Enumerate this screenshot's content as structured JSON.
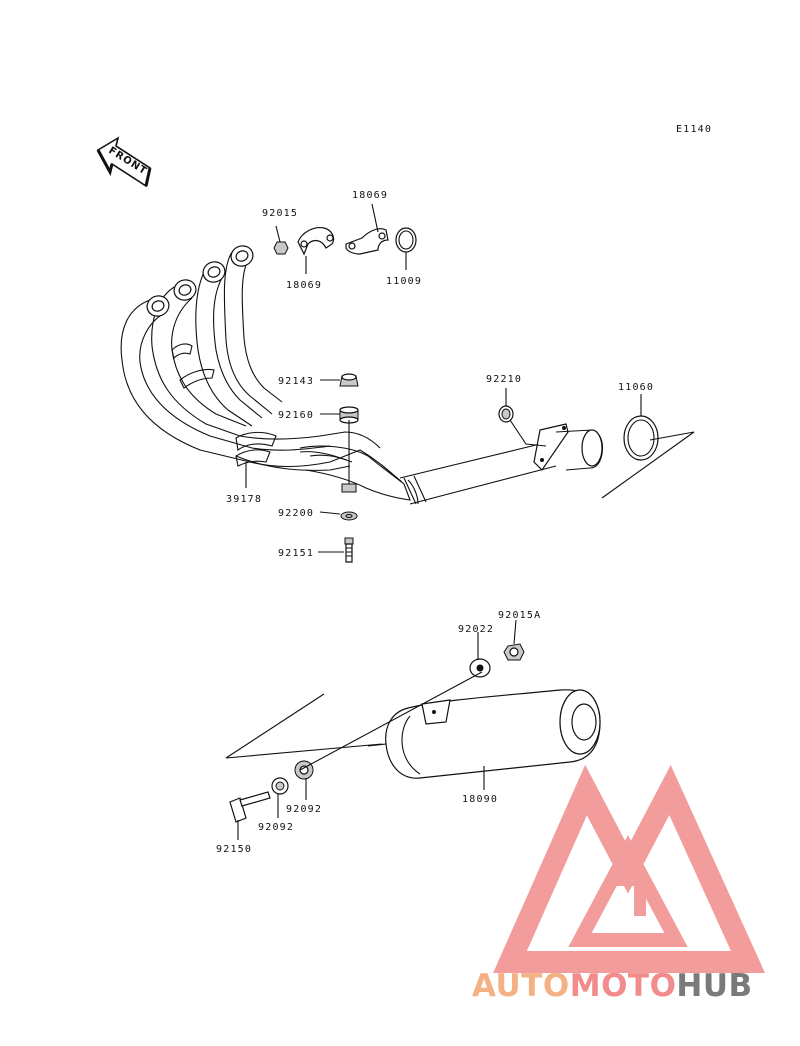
{
  "diagram": {
    "code": "E1140",
    "front_label": "FRONT",
    "parts": {
      "p92015": "92015",
      "p18069_top": "18069",
      "p18069_bottom": "18069",
      "p11009": "11009",
      "p92143": "92143",
      "p92160": "92160",
      "p92210": "92210",
      "p11060": "11060",
      "p39178": "39178",
      "p92200": "92200",
      "p92151": "92151",
      "p92015A": "92015A",
      "p92022": "92022",
      "p92092_right": "92092",
      "p92092_left": "92092",
      "p18090": "18090",
      "p92150": "92150"
    }
  },
  "watermark": {
    "text_part1": "AUTO",
    "text_part2": "MOTO",
    "text_part3": "HUB",
    "colors": {
      "auto": "#f4b183",
      "moto": "#f28b8b",
      "hub": "#7a7a7a",
      "logo": "#f28b8b"
    }
  }
}
